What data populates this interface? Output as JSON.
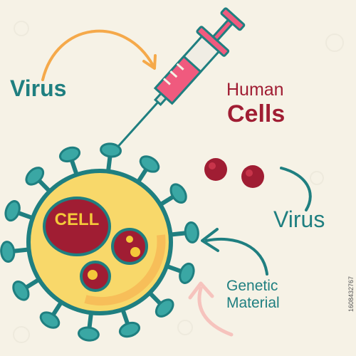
{
  "labels": {
    "virus_top": "Virus",
    "human": "Human",
    "cells": "Cells",
    "virus_right": "Virus",
    "genetic_line1": "Genetic",
    "genetic_line2": "Material",
    "cell": "CELL"
  },
  "stock_id": "1608432767",
  "colors": {
    "background": "#f6f2e6",
    "teal": "#1f7f80",
    "teal_light": "#3aa7a4",
    "crimson": "#a01d33",
    "yellow": "#f8d86a",
    "orange_arrow": "#f5a94a",
    "pink_arrow": "#f6c3bd",
    "syringe_pink": "#f05a7e"
  },
  "icons": [
    "syringe-icon",
    "virus-icon",
    "blood-cell-icon",
    "arrow-icon"
  ]
}
